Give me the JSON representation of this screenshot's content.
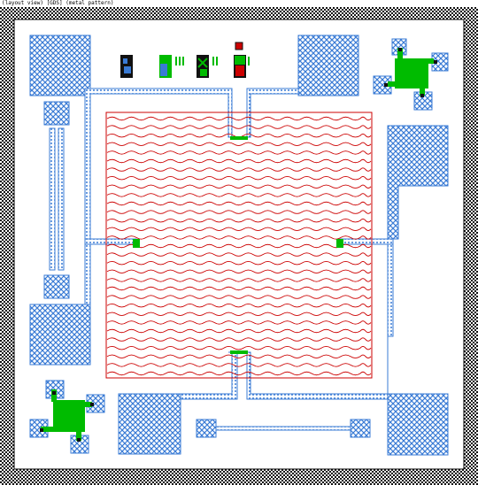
{
  "header": {
    "title_text": "(layout view) [GDS] (metal pattern)"
  },
  "colors": {
    "background": "#ffffff",
    "border_pattern": "#000000",
    "metal_blue": "#3a7bd5",
    "heater_red": "#cc0000",
    "pad_green": "#00bb00",
    "frame_black": "#000000"
  },
  "layers": [
    {
      "name": "metal",
      "color": "#3a7bd5",
      "icon": "crosshatch-icon"
    },
    {
      "name": "heater",
      "color": "#cc0000",
      "icon": "wave-icon"
    },
    {
      "name": "via",
      "color": "#00bb00",
      "icon": "square-icon"
    }
  ]
}
